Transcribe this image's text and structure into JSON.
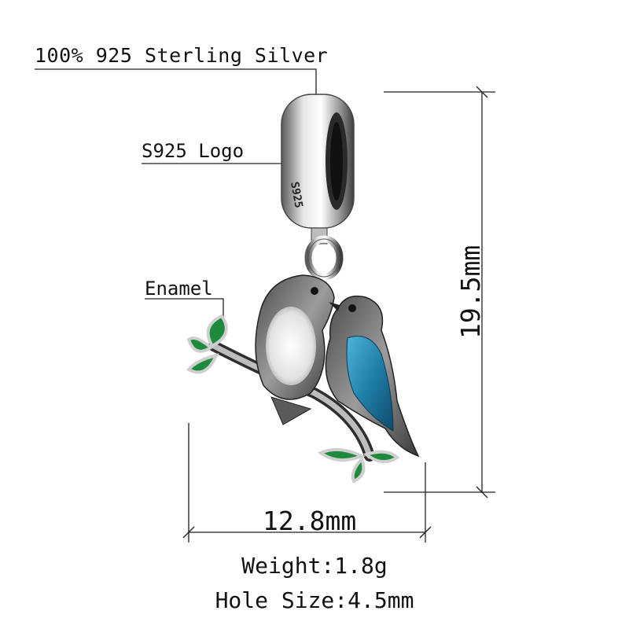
{
  "callouts": {
    "material": "100% 925 Sterling Silver",
    "logo": "S925 Logo",
    "enamel": "Enamel"
  },
  "bail_stamp": "S925",
  "dimensions": {
    "width": "12.8mm",
    "height": "19.5mm"
  },
  "specs": {
    "weight": "Weight:1.8g",
    "hole_size": "Hole Size:4.5mm"
  },
  "colors": {
    "silver": "#c9c9c9",
    "silver_dark": "#3a3a3a",
    "enamel_blue": "#1f7fa8",
    "enamel_green": "#1e8a3c",
    "line": "#222222"
  }
}
